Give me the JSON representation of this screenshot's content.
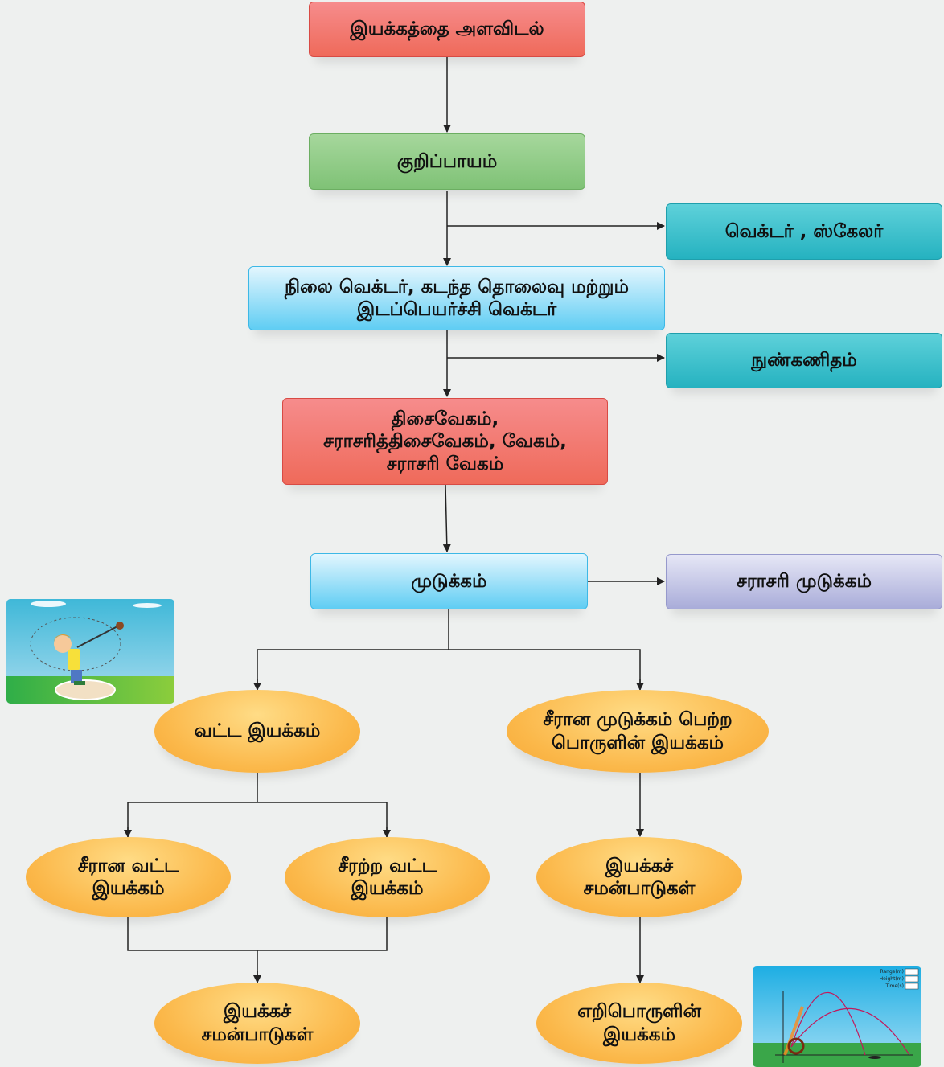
{
  "nodes": {
    "measure_motion": "இயக்கத்தை அளவிடல்",
    "frame_of_reference": "குறிப்பாயம்",
    "vector_scalar": "வெக்டர் ,  ஸ்கேலர்",
    "position_vector": "நிலை வெக்டர், கடந்த தொலைவு மற்றும்\nஇடப்பெயர்ச்சி வெக்டர்",
    "calculus": "நுண்கணிதம்",
    "velocity": "திசைவேகம்,\nசராசரித்திசைவேகம், வேகம்,\nசராசரி வேகம்",
    "acceleration": "முடுக்கம்",
    "average_acceleration": "சராசரி  முடுக்கம்",
    "circular_motion": "வட்ட இயக்கம்",
    "uniform_accel_motion": "சீரான முடுக்கம் பெற்ற\nபொருளின் இயக்கம்",
    "uniform_circular": "சீரான வட்ட\nஇயக்கம்",
    "nonuniform_circular": "சீரற்ற வட்ட\nஇயக்கம்",
    "equations_of_motion_1": "இயக்கச்\nசமன்பாடுகள்",
    "equations_of_motion_2": "இயக்கச்\nசமன்பாடுகள்",
    "projectile_motion": "எறிபொருளின்\nஇயக்கம்"
  },
  "projectile_panel": {
    "range_label": "Range(m)",
    "height_label": "Height(m)",
    "time_label": "Time(s)"
  },
  "colors": {
    "red": "#ef6a5a",
    "green": "#7fc276",
    "teal": "#25b2c0",
    "sky": "#5fcdf3",
    "lavender": "#a9acd9",
    "orange": "#fbb84a",
    "arrow": "#222222"
  }
}
